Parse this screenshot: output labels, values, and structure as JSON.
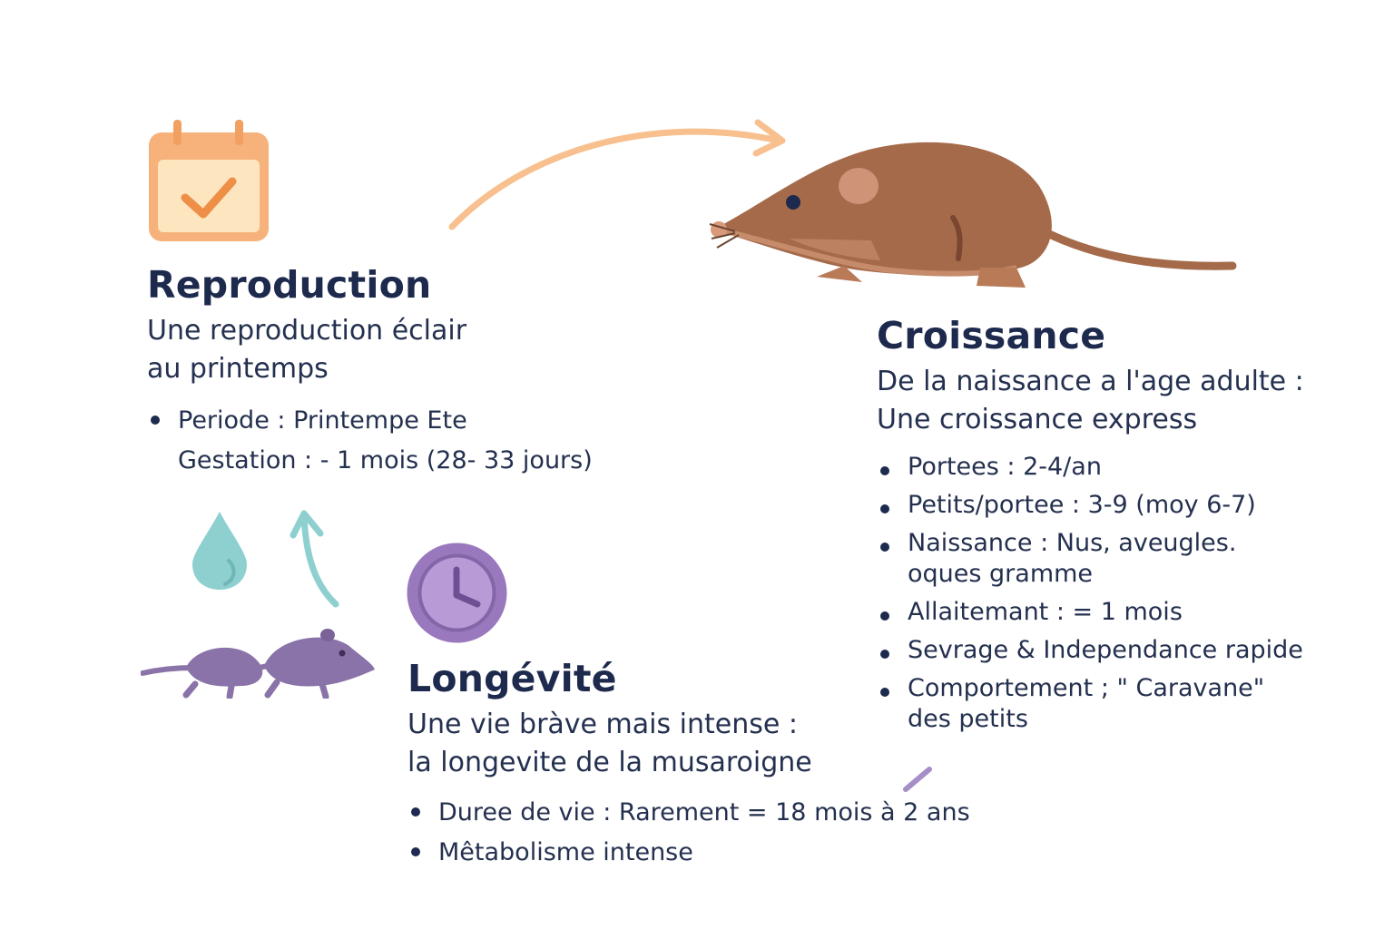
{
  "reproduction": {
    "title": "Reproduction",
    "subtitle_lines": [
      "Une reproduction éclair",
      "au printemps"
    ],
    "facts": [
      "Periode : Printempe Ete",
      "Gestation : - 1 mois (28- 33 jours)"
    ]
  },
  "croissance": {
    "title": "Croissance",
    "subtitle_lines": [
      "De la naissance a l'age adulte :",
      "Une croissance express"
    ],
    "facts": [
      [
        "Portees : 2-4/an"
      ],
      [
        "Petits/portee : 3-9 (moy  6-7)"
      ],
      [
        "Naissance : Nus, aveugles.",
        "oques gramme"
      ],
      [
        "Allaitemant : = 1  mois"
      ],
      [
        "Sevrage & Independance rapide"
      ],
      [
        "Comportement ; \" Caravane\"",
        "des petits"
      ]
    ]
  },
  "longevite": {
    "title": "Longévité",
    "subtitle_lines": [
      "Une vie bràve mais intense :",
      "la longevite de la musaroigne"
    ],
    "facts": [
      "Duree de vie : Rarement  = 18 mois à 2 ans",
      "Mêtabolisme intense"
    ]
  },
  "icons": {
    "calendar": "calendar-check-icon",
    "shrew": "shrew-illustration",
    "water": "water-drop-icon",
    "up_arrow": "curved-up-arrow-icon",
    "clock": "clock-icon",
    "caravan": "shrew-caravan-illustration",
    "arrow": "curved-arrow-icon"
  },
  "colors": {
    "heading": "#1d2a4d",
    "calendar": "#f6b27a",
    "shrew": "#a56a4a",
    "arrow": "#f7c08e",
    "clock": "#9a78bd",
    "caravan": "#8a73a8",
    "water": "#8ecfd0"
  }
}
